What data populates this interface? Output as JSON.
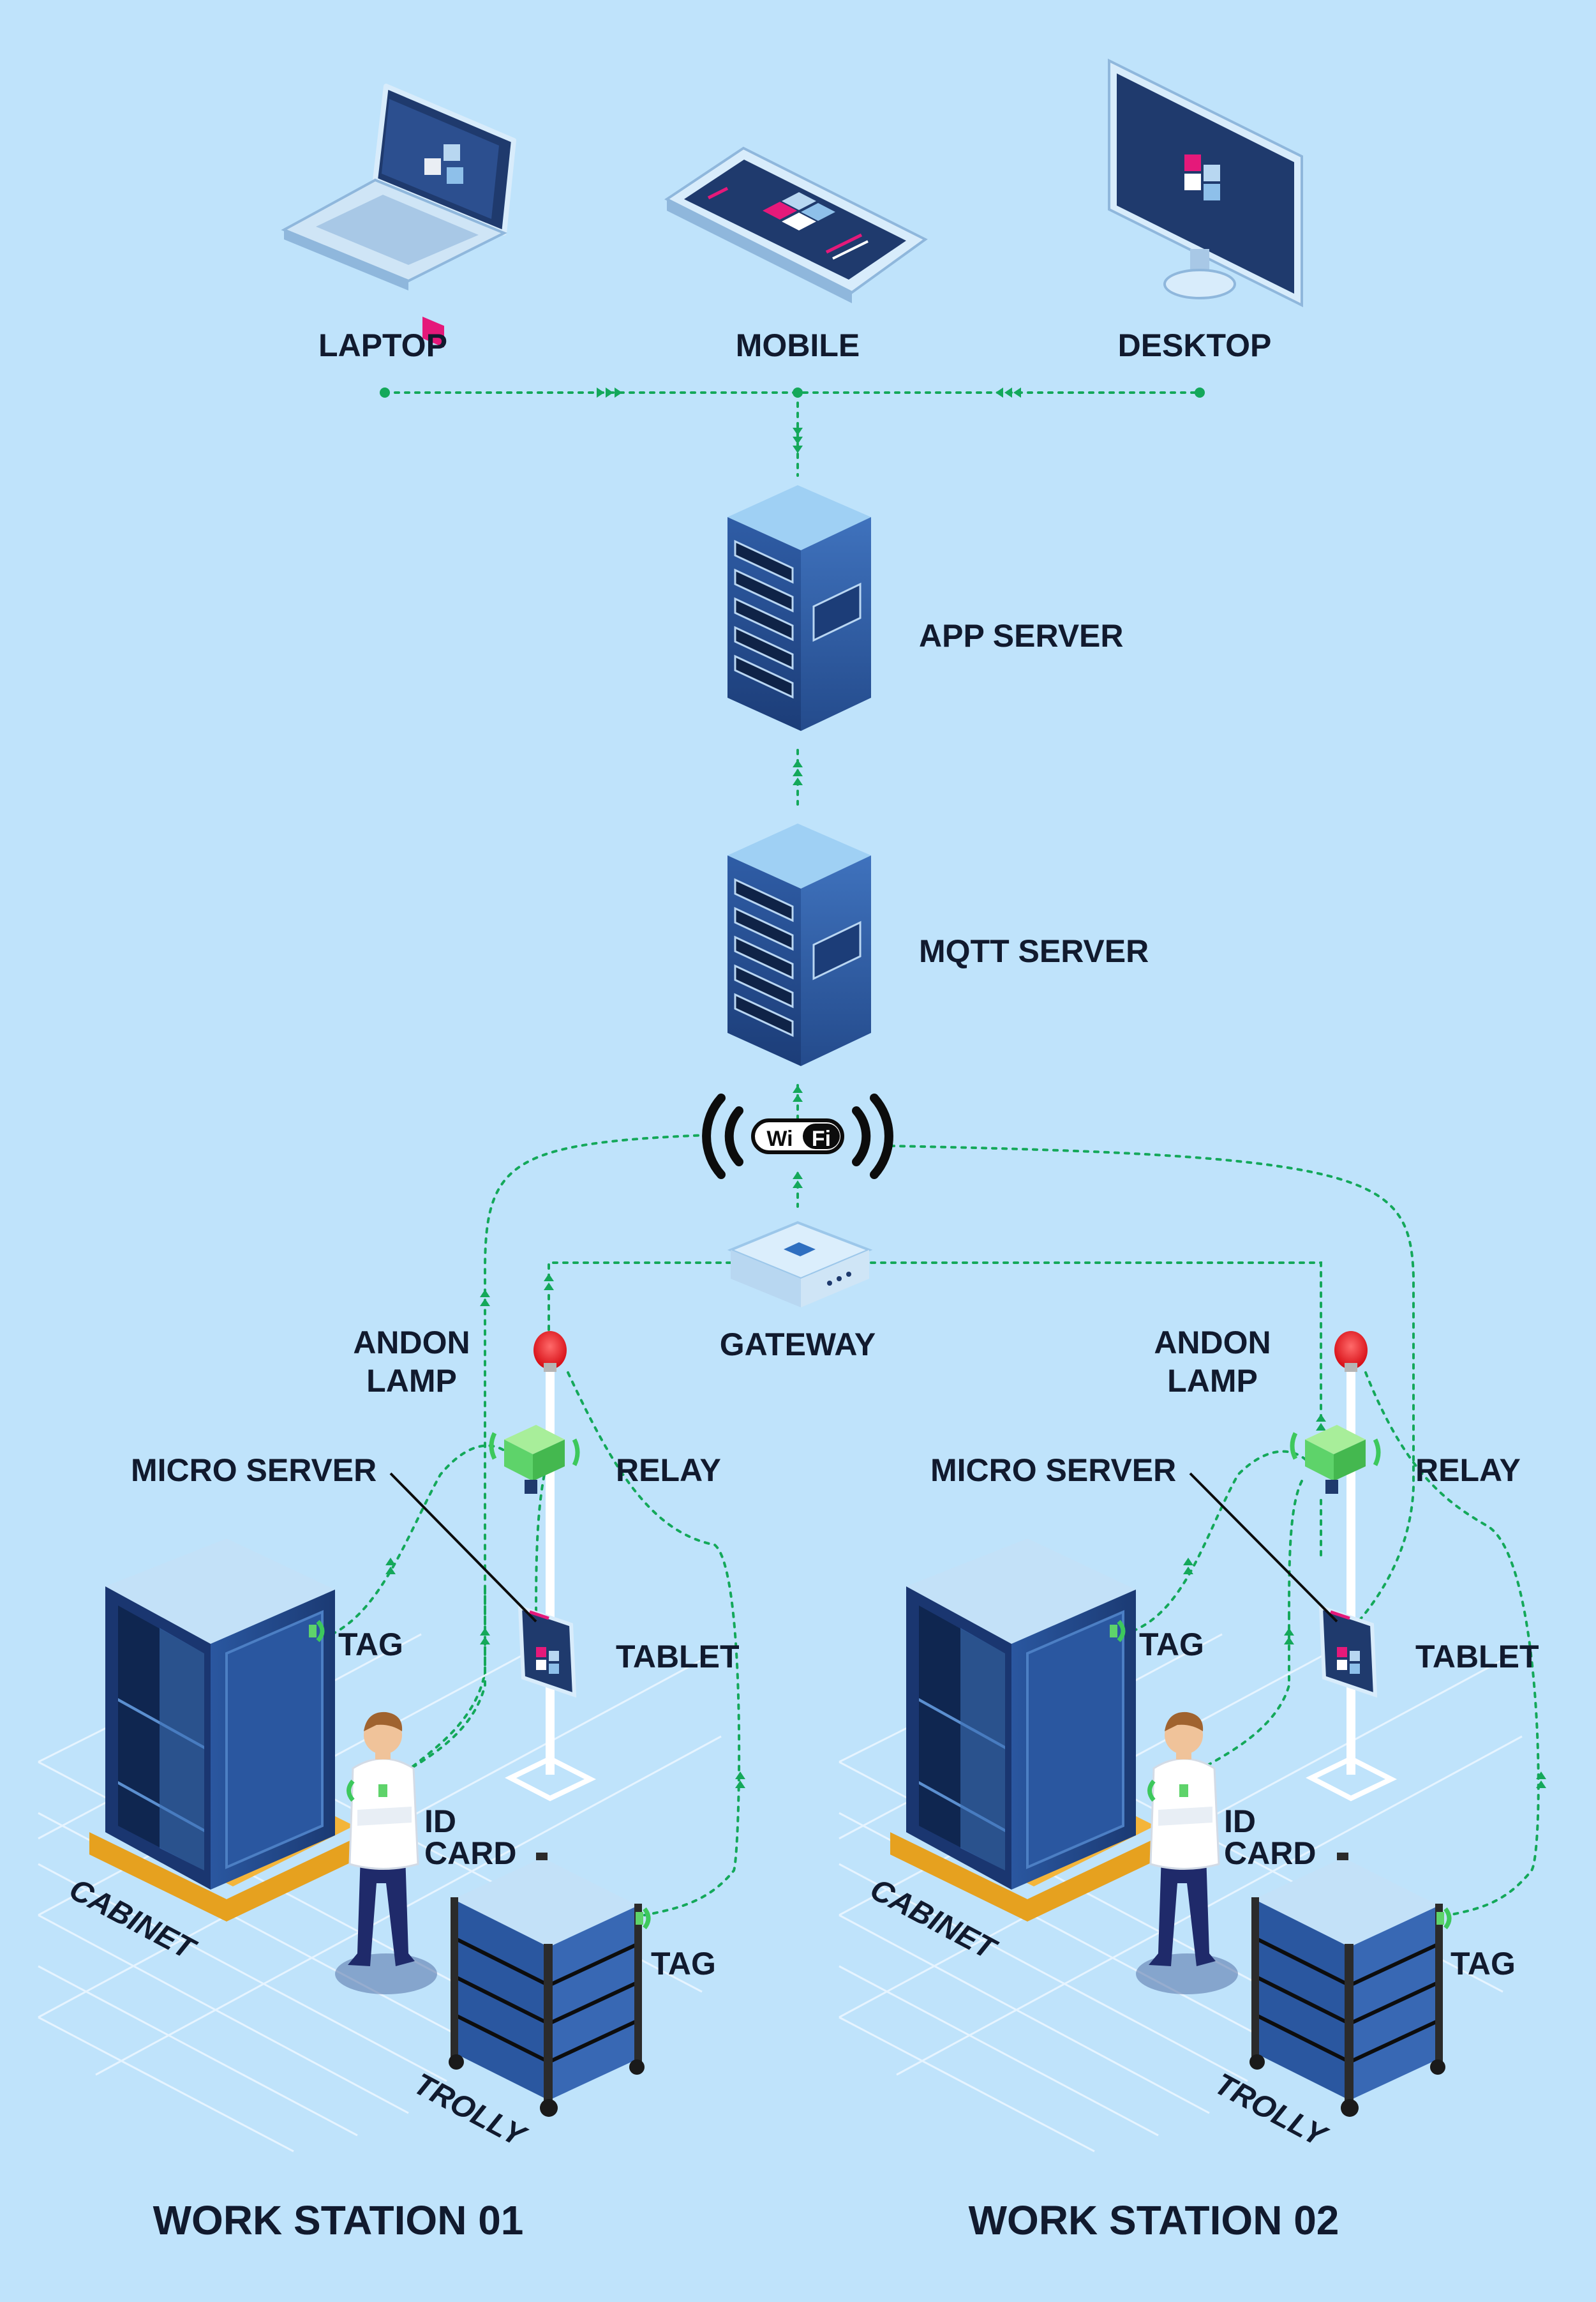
{
  "devices": {
    "laptop": "LAPTOP",
    "mobile": "MOBILE",
    "desktop": "DESKTOP"
  },
  "servers": {
    "app_server": "APP SERVER",
    "mqtt_server": "MQTT SERVER"
  },
  "network": {
    "wifi_badge_left": "Wi",
    "wifi_badge_right": "Fi",
    "gateway": "GATEWAY"
  },
  "workstations": [
    {
      "title": "WORK STATION 01",
      "andon_lamp_line1": "ANDON",
      "andon_lamp_line2": "LAMP",
      "micro_server": "MICRO SERVER",
      "relay": "RELAY",
      "tablet": "TABLET",
      "tag_cabinet": "TAG",
      "id_card_line1": "ID",
      "id_card_line2": "CARD",
      "tag_trolly": "TAG",
      "cabinet": "CABINET",
      "trolly": "TROLLY"
    },
    {
      "title": "WORK STATION 02",
      "andon_lamp_line1": "ANDON",
      "andon_lamp_line2": "LAMP",
      "micro_server": "MICRO SERVER",
      "relay": "RELAY",
      "tablet": "TABLET",
      "tag_cabinet": "TAG",
      "id_card_line1": "ID",
      "id_card_line2": "CARD",
      "tag_trolly": "TAG",
      "cabinet": "CABINET",
      "trolly": "TROLLY"
    }
  ],
  "colors": {
    "background": "#bfe3fb",
    "connector": "#14a85a",
    "device_navy": "#1f3a6d",
    "lamp_red": "#e8101a",
    "accent_pink": "#e5197a",
    "relay_green": "#5ed36a"
  }
}
